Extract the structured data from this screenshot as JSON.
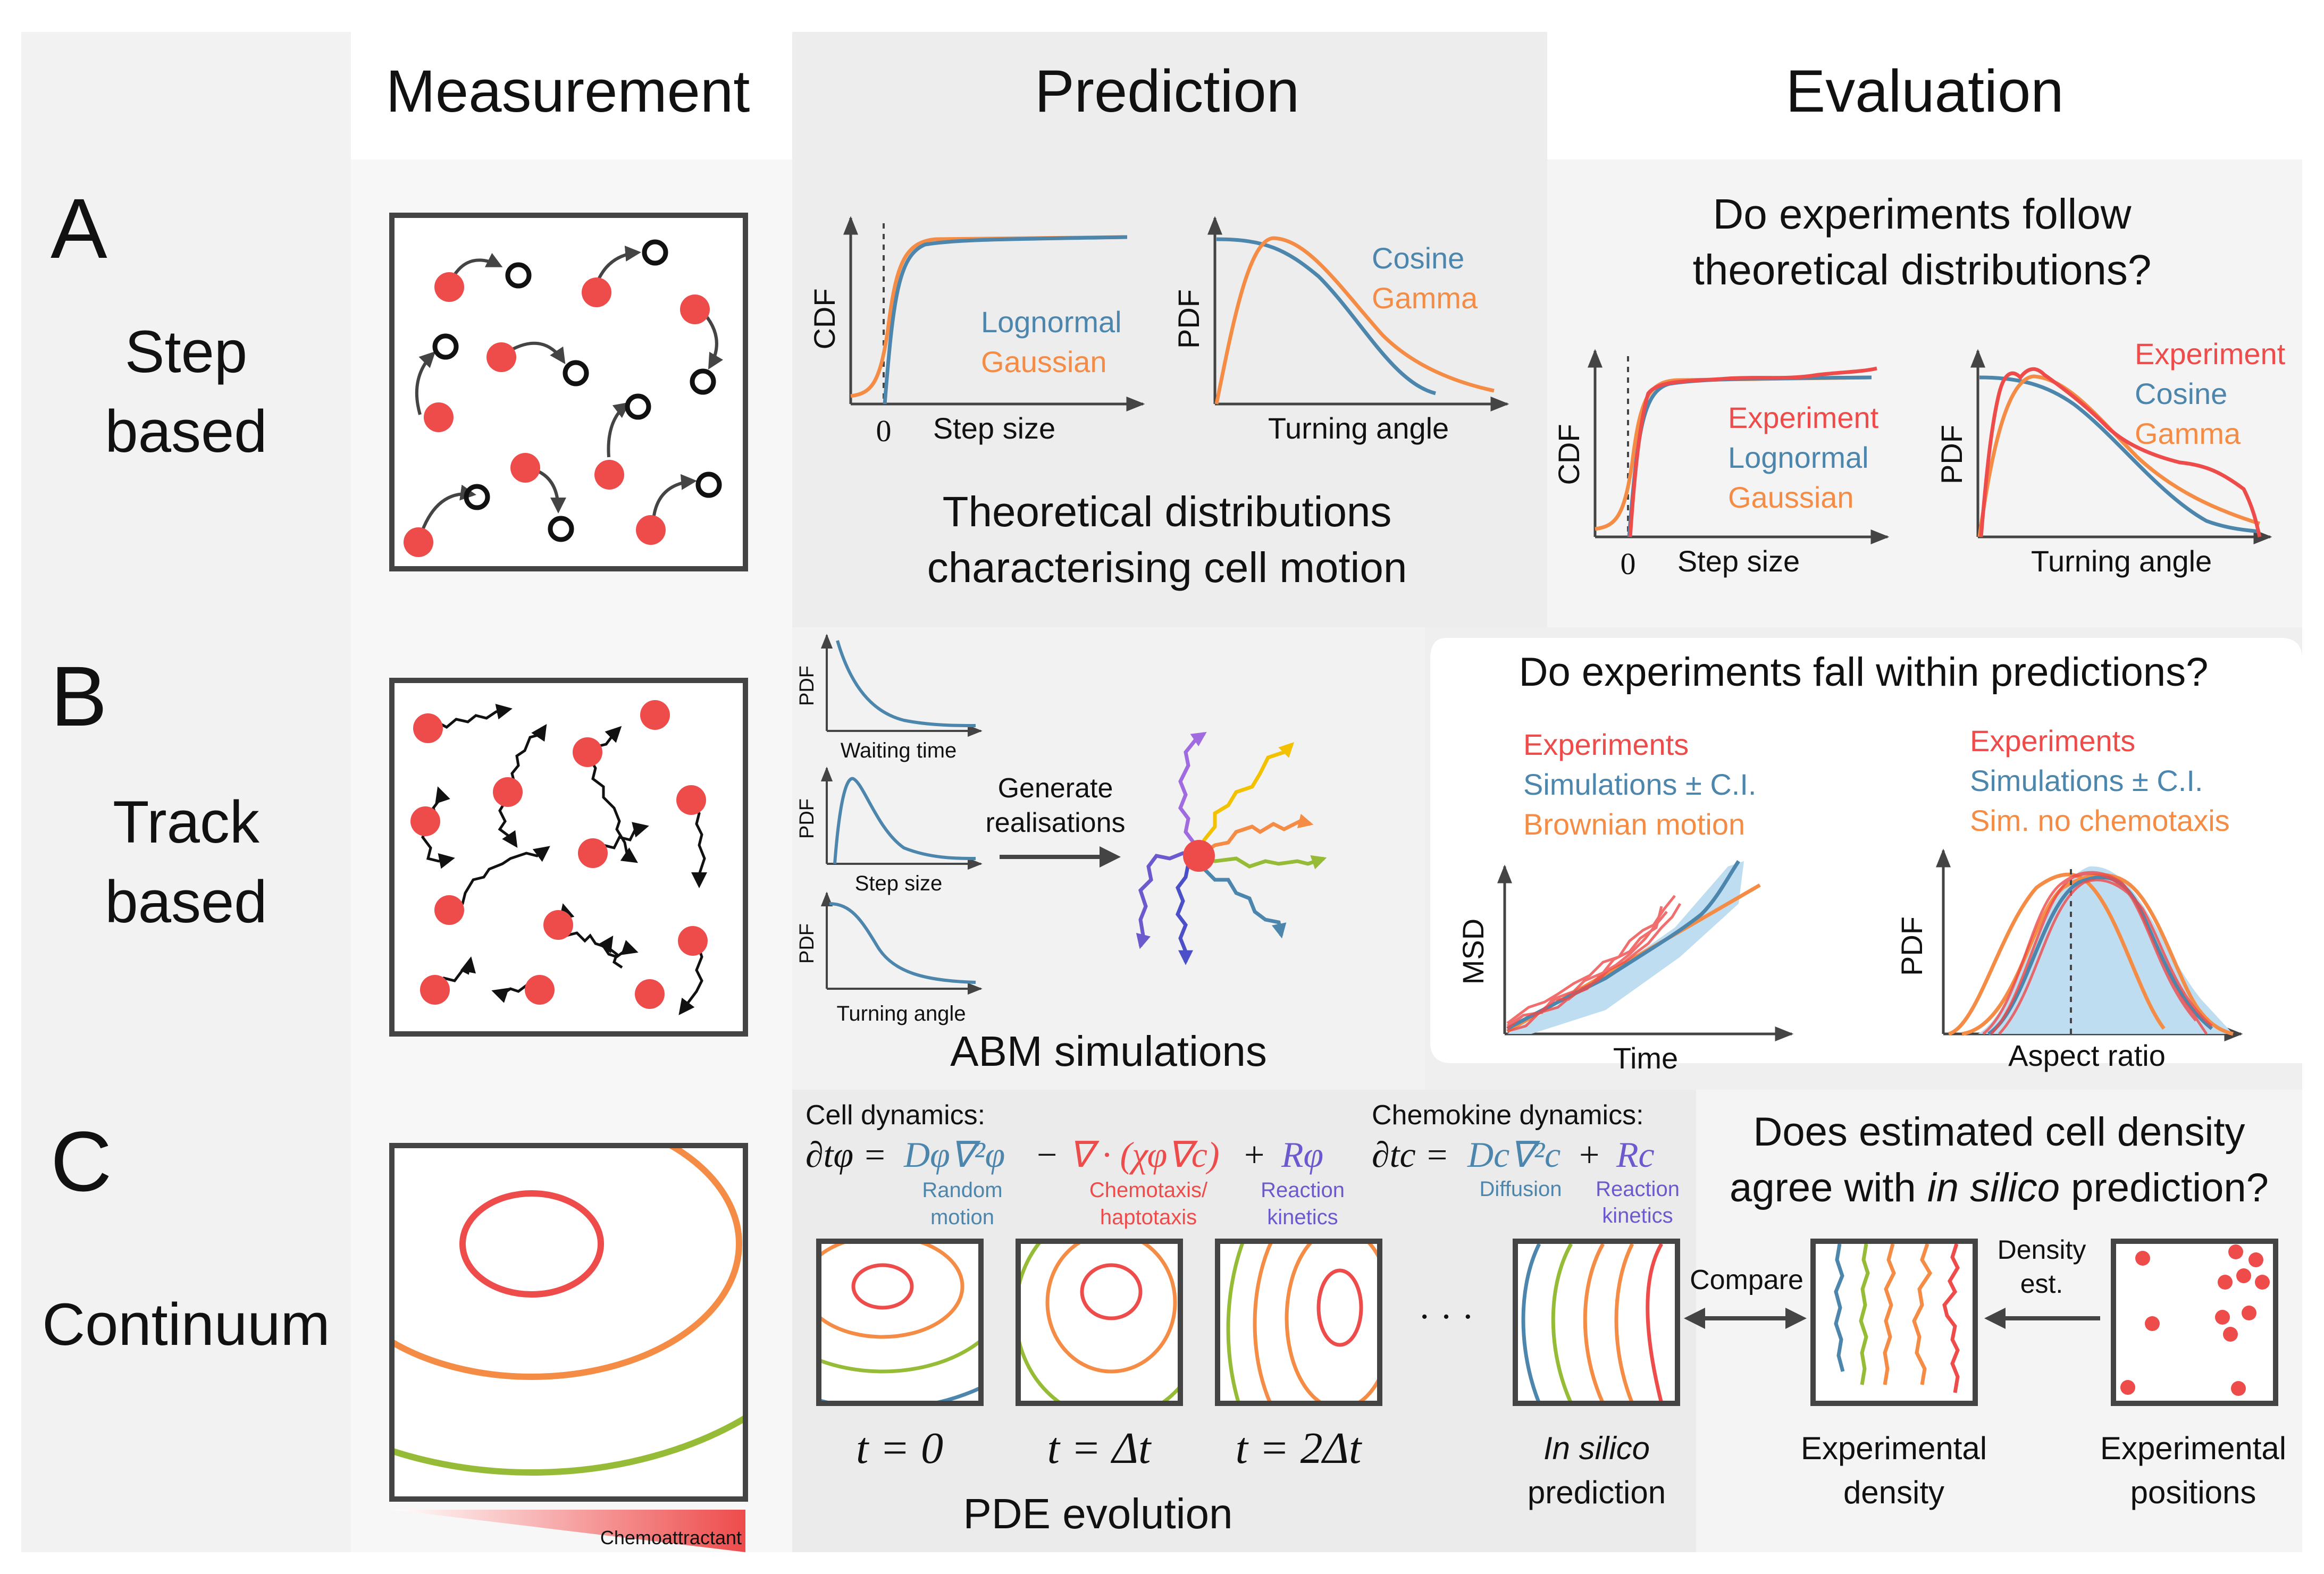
{
  "colors": {
    "red": "#EE4B4B",
    "blue": "#4C86AD",
    "orange": "#F48C45",
    "green": "#96BC37",
    "purple": "#6A5ACD",
    "pink": "#E7396A",
    "gray_dark": "#444444",
    "panel_light": "#F2F2F2",
    "panel_mid": "#EBEBEB"
  },
  "columns": {
    "measurement": "Measurement",
    "prediction": "Prediction",
    "evaluation": "Evaluation"
  },
  "rowA": {
    "letter": "A",
    "label_line1": "Step",
    "label_line2": "based",
    "cdf_ylabel": "CDF",
    "cdf_zero": "0",
    "cdf_xlabel": "Step size",
    "cdf_legend_1": "Lognormal",
    "cdf_legend_2": "Gaussian",
    "pdf_ylabel": "PDF",
    "pdf_xlabel": "Turning angle",
    "pdf_legend_1": "Cosine",
    "pdf_legend_2": "Gamma",
    "pred_caption_1": "Theoretical distributions",
    "pred_caption_2": "characterising cell motion",
    "eval_title_1": "Do experiments follow",
    "eval_title_2": "theoretical distributions?",
    "eval_cdf_ylabel": "CDF",
    "eval_cdf_zero": "0",
    "eval_cdf_xlabel": "Step size",
    "eval_cdf_legend_1": "Experiment",
    "eval_cdf_legend_2": "Lognormal",
    "eval_cdf_legend_3": "Gaussian",
    "eval_pdf_ylabel": "PDF",
    "eval_pdf_xlabel": "Turning angle",
    "eval_pdf_legend_1": "Experiment",
    "eval_pdf_legend_2": "Cosine",
    "eval_pdf_legend_3": "Gamma"
  },
  "rowB": {
    "letter": "B",
    "label_line1": "Track",
    "label_line2": "based",
    "small1_ylabel": "PDF",
    "small1_xlabel": "Waiting time",
    "small2_ylabel": "PDF",
    "small2_xlabel": "Step size",
    "small3_ylabel": "PDF",
    "small3_xlabel": "Turning angle",
    "generate_1": "Generate",
    "generate_2": "realisations",
    "abm_caption": "ABM simulations",
    "eval_title": "Do experiments fall within predictions?",
    "msd_legend_1": "Experiments",
    "msd_legend_2": "Simulations ± C.I.",
    "msd_legend_3": "Brownian motion",
    "msd_ylabel": "MSD",
    "msd_xlabel": "Time",
    "ar_legend_1": "Experiments",
    "ar_legend_2": "Simulations ± C.I.",
    "ar_legend_3": "Sim. no chemotaxis",
    "ar_ylabel": "PDF",
    "ar_xlabel": "Aspect ratio"
  },
  "rowC": {
    "letter": "C",
    "label": "Continuum",
    "chemo_label": "Chemoattractant",
    "cell_dyn_title": "Cell dynamics:",
    "chemokine_dyn_title": "Chemokine dynamics:",
    "eq_cell_lhs": "∂tφ =",
    "eq_cell_term1": "Dφ∇²φ",
    "eq_cell_minus": "−",
    "eq_cell_term2": "∇ · (χφ∇c)",
    "eq_cell_plus": "+",
    "eq_cell_term3": "Rφ",
    "eq_chem_lhs": "∂tc =",
    "eq_chem_term1": "Dc∇²c",
    "eq_chem_plus": "+",
    "eq_chem_term2": "Rc",
    "term_random_1": "Random",
    "term_random_2": "motion",
    "term_chemo_1": "Chemotaxis/",
    "term_chemo_2": "haptotaxis",
    "term_reaction_1": "Reaction",
    "term_reaction_2": "kinetics",
    "term_diffusion": "Diffusion",
    "term_reaction2_1": "Reaction",
    "term_reaction2_2": "kinetics",
    "time_0": "t = 0",
    "time_1": "t = Δt",
    "time_2": "t = 2Δt",
    "dots": "· · ·",
    "pde_caption": "PDE evolution",
    "in_silico_1": "In silico",
    "in_silico_2": "prediction",
    "eval_title_1": "Does estimated cell density",
    "eval_title_2a": "agree with ",
    "eval_title_2b": "in silico",
    "eval_title_2c": " prediction?",
    "compare": "Compare",
    "density_est_1": "Density",
    "density_est_2": "est.",
    "exp_density_1": "Experimental",
    "exp_density_2": "density",
    "exp_positions_1": "Experimental",
    "exp_positions_2": "positions"
  }
}
